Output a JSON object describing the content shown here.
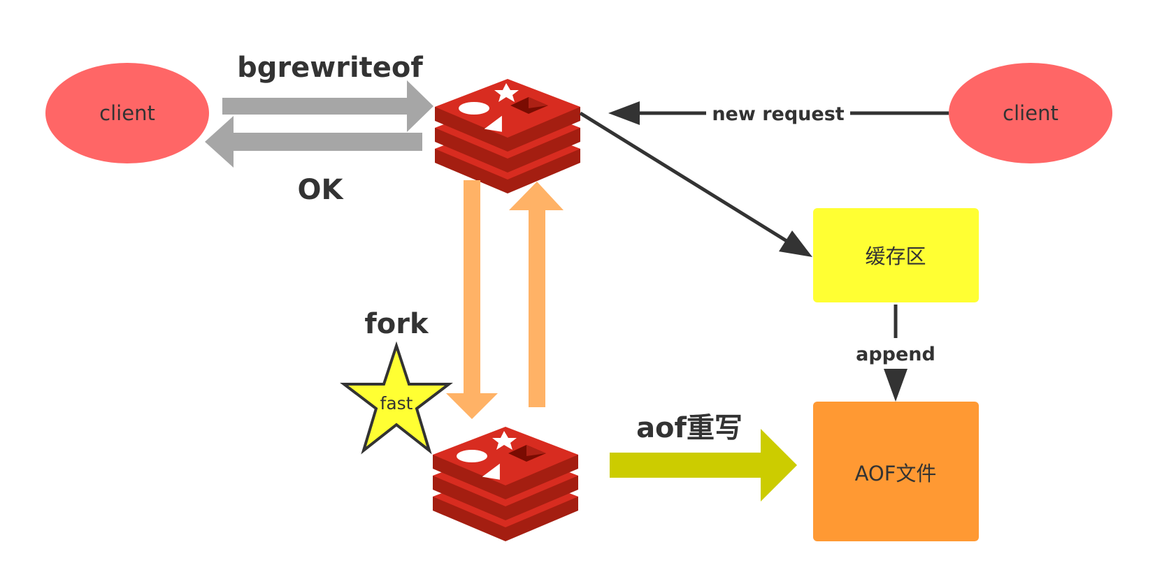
{
  "nodes": {
    "client_left": "client",
    "client_right": "client",
    "buffer": "缓存区",
    "aof_file": "AOF文件"
  },
  "labels": {
    "bgrewrite": "bgrewriteof",
    "ok": "OK",
    "new_request": "new request",
    "fork": "fork",
    "fast": "fast",
    "append": "append",
    "aof_rewrite": "aof重写"
  },
  "icons": {
    "main_server": "redis-logo-icon",
    "child_process": "redis-logo-icon"
  },
  "colors": {
    "client": "#ff6666",
    "buffer": "#ffff33",
    "aof_file": "#ff9933",
    "redis_red": "#d82c20",
    "gray_arrow": "#a6a6a6",
    "fork_arrow": "#ffb266",
    "rewrite_arrow": "#cccc00",
    "star": "#ffff33"
  }
}
